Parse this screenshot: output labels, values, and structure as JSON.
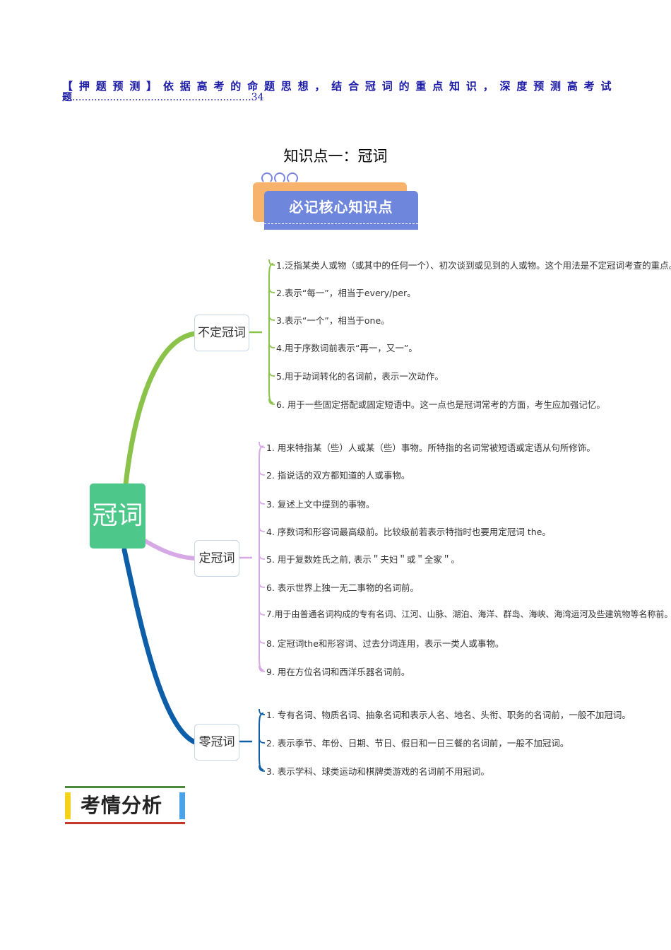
{
  "toc": {
    "line1_chars": [
      "【",
      "押",
      "题",
      "预",
      "测",
      "】",
      "依",
      "据",
      "高",
      "考",
      "的",
      "命",
      "题",
      "思",
      "想",
      "，",
      "结",
      "合",
      "冠",
      "词",
      "的",
      "重",
      "点",
      "知",
      "识",
      "，",
      "深",
      "度",
      "预",
      "测",
      "高",
      "考",
      "试"
    ],
    "line2_start": "题",
    "line2_dots": ".........................................................",
    "line2_page": "34"
  },
  "section_title": "知识点一：冠词",
  "banner_text": "必记核心知识点",
  "mindmap": {
    "root": "冠词",
    "branches": [
      {
        "label": "不定冠词",
        "color": "#8bc34a",
        "items": [
          "1.泛指某类人或物（或其中的任何一个）、初次谈到或见到的人或物。这个用法是不定冠词考查的重点。",
          "2.表示“每一”，相当于every/per。",
          "3.表示“一个”，相当于one。",
          "4.用于序数词前表示“再一，又一”。",
          "5.用于动词转化的名词前，表示一次动作。",
          "6. 用于一些固定搭配或固定短语中。这一点也是冠词常考的方面，考生应加强记忆。"
        ]
      },
      {
        "label": "定冠词",
        "color": "#d7a8e6",
        "items": [
          "1. 用来特指某（些）人或某（些）事物。所特指的名词常被短语或定语从句所修饰。",
          "2. 指说话的双方都知道的人或事物。",
          "3. 复述上文中提到的事物。",
          "4. 序数词和形容词最高级前。比较级前若表示特指时也要用定冠词 the。",
          "5. 用于复数姓氏之前, 表示＂夫妇＂或＂全家＂。",
          "6. 表示世界上独一无二事物的名词前。",
          "7.用于由普通名词构成的专有名词、江河、山脉、湖泊、海洋、群岛、海峡、海湾运河及些建筑物等名称前。",
          "8. 定冠词the和形容词、过去分词连用，表示一类人或事物。",
          "9. 用在方位名词和西洋乐器名词前。"
        ]
      },
      {
        "label": "零冠词",
        "color": "#0d5ea8",
        "items": [
          "1. 专有名词、物质名词、抽象名词和表示人名、地名、头衔、职务的名词前，一般不加冠词。",
          "2. 表示季节、年份、日期、节日、假日和一日三餐的名词前，一般不加冠词。",
          "3. 表示学科、球类运动和棋牌类游戏的名词前不用冠词。"
        ]
      }
    ]
  },
  "analysis_title": "考情分析"
}
